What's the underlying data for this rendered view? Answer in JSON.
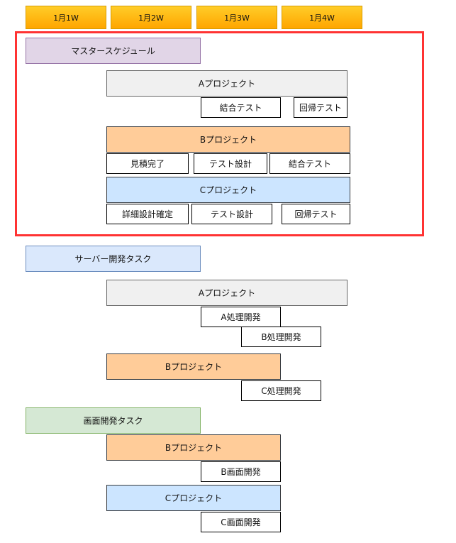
{
  "weeks": [
    "1月1W",
    "1月2W",
    "1月3W",
    "1月4W"
  ],
  "master": {
    "header": "マスタースケジュール",
    "project_a": "Aプロジェクト",
    "a_tasks": [
      "結合テスト",
      "回帰テスト"
    ],
    "project_b": "Bプロジェクト",
    "b_tasks": [
      "見積完了",
      "テスト設計",
      "結合テスト"
    ],
    "project_c": "Cプロジェクト",
    "c_tasks": [
      "詳細設計確定",
      "テスト設計",
      "回帰テスト"
    ]
  },
  "server": {
    "header": "サーバー開発タスク",
    "project_a": "Aプロジェクト",
    "a_tasks": [
      "A処理開発",
      "B処理開発"
    ],
    "project_b": "Bプロジェクト",
    "b_tasks": [
      "C処理開発"
    ]
  },
  "screen": {
    "header": "画面開発タスク",
    "project_b": "Bプロジェクト",
    "b_tasks": [
      "B画面開発"
    ],
    "project_c": "Cプロジェクト",
    "c_tasks": [
      "C画面開発"
    ]
  },
  "colors": {
    "week_fill": "#ffb513",
    "highlight_border": "#ff3333",
    "master_header": "#e1d5e7",
    "server_header": "#dae8fc",
    "screen_header": "#d5e8d4",
    "project_a": "#f0f0f0",
    "project_b": "#ffcc99",
    "project_c": "#cce5ff"
  }
}
